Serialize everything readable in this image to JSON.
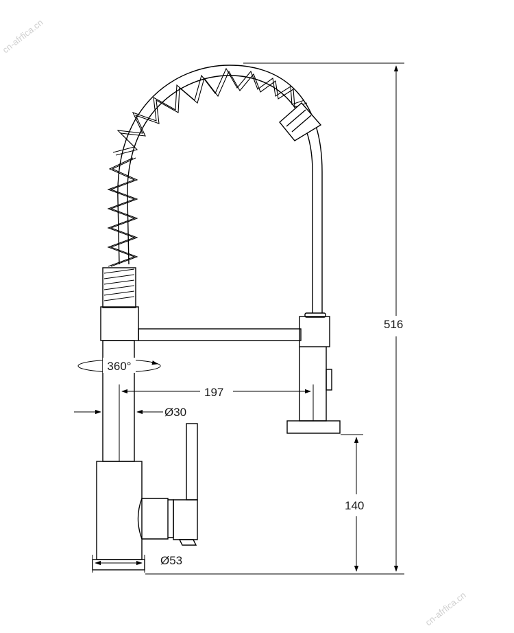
{
  "watermark": "cn-afrfica.cn",
  "dimensions": {
    "height_total": "516",
    "spout_height": "140",
    "reach": "197",
    "body_diameter": "Ø30",
    "base_diameter": "Ø53",
    "rotation": "360°"
  }
}
